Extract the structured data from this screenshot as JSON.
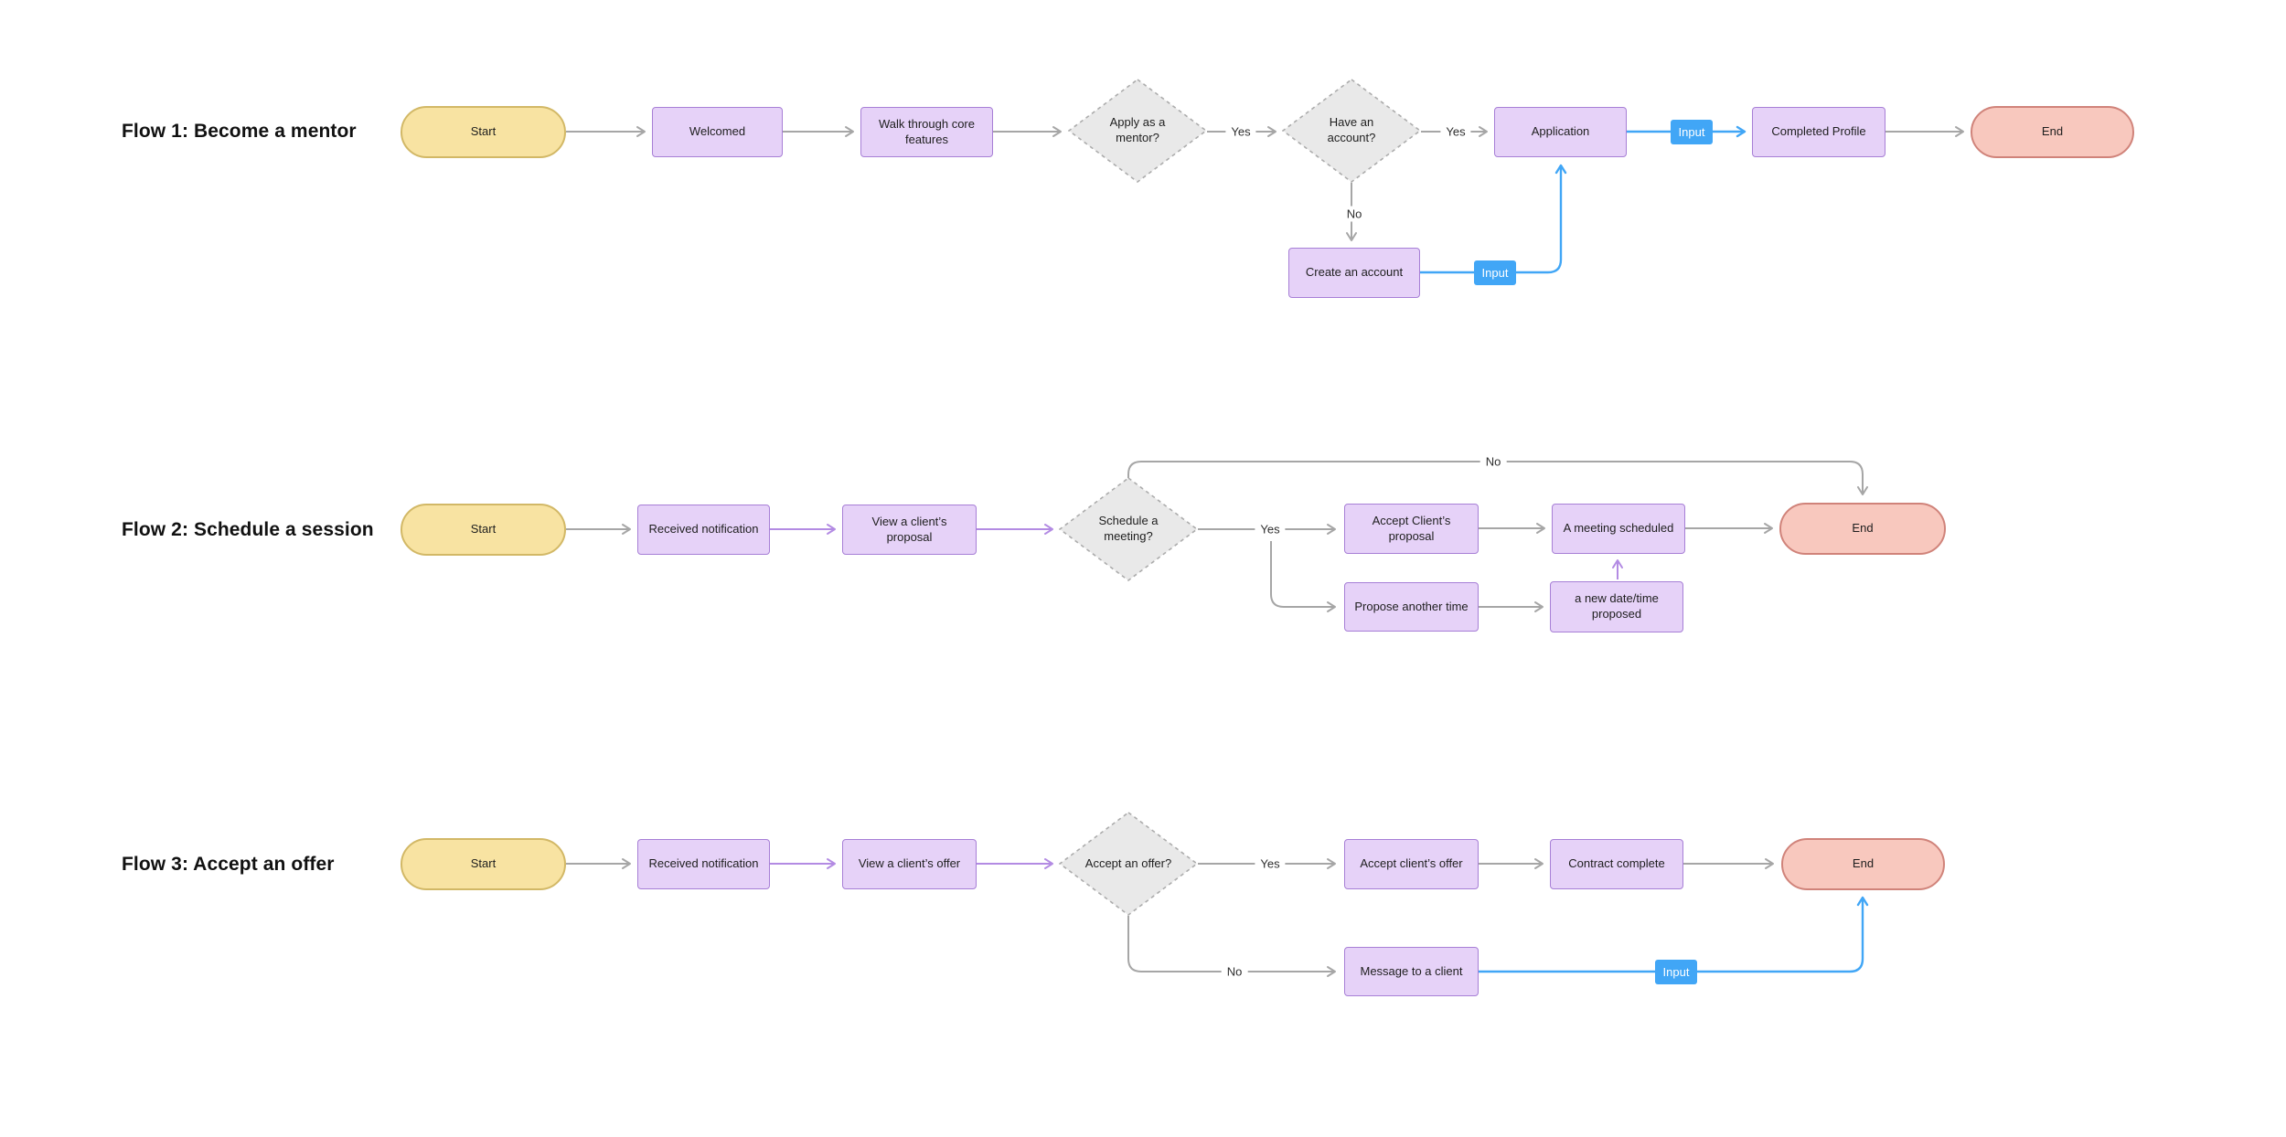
{
  "colors": {
    "background": "#ffffff",
    "start_fill": "#f8e3a2",
    "start_stroke": "#d2b866",
    "end_fill": "#f8c8be",
    "end_stroke": "#d0837a",
    "process_fill": "#e6d2f8",
    "process_stroke": "#a77fd6",
    "decision_fill": "#e9e9e9",
    "decision_stroke": "#acacac",
    "edge_gray": "#a6a6a6",
    "edge_purple": "#b38be3",
    "edge_blue": "#41a6f6",
    "text": "#1e1e1e"
  },
  "flow1": {
    "title": "Flow 1: Become a mentor",
    "start": "Start",
    "welcomed": "Welcomed",
    "walkthrough": "Walk through core features",
    "apply_q": "Apply as a mentor?",
    "yes1": "Yes",
    "account_q": "Have an account?",
    "yes2": "Yes",
    "no": "No",
    "application": "Application",
    "input_profile": "Input",
    "completed_profile": "Completed Profile",
    "end": "End",
    "create_account": "Create an account",
    "input_create": "Input"
  },
  "flow2": {
    "title": "Flow 2: Schedule a session",
    "start": "Start",
    "received": "Received notification",
    "view_proposal": "View a client’s proposal",
    "schedule_q": "Schedule a meeting?",
    "yes": "Yes",
    "no": "No",
    "accept_proposal": "Accept Client’s proposal",
    "meeting_scheduled": "A meeting scheduled",
    "propose_time": "Propose another time",
    "new_datetime": "a new date/time proposed",
    "end": "End"
  },
  "flow3": {
    "title": "Flow 3: Accept an offer",
    "start": "Start",
    "received": "Received notification",
    "view_offer": "View a client’s offer",
    "accept_q": "Accept an offer?",
    "yes": "Yes",
    "no": "No",
    "accept_offer": "Accept client’s offer",
    "contract": "Contract complete",
    "message_client": "Message to a client",
    "input": "Input",
    "end": "End"
  }
}
